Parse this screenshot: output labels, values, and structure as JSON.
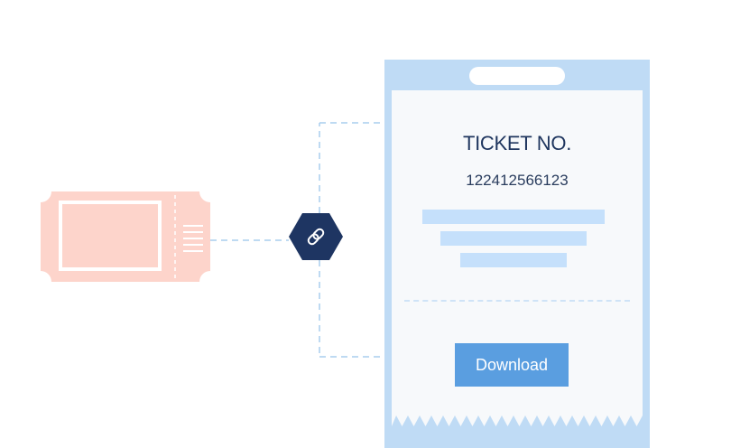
{
  "receipt": {
    "title": "TICKET NO.",
    "ticket_number": "122412566123",
    "download_label": "Download"
  },
  "icons": {
    "ticket": "ticket-icon",
    "link": "link-icon"
  },
  "colors": {
    "ticket": "#fdd4cb",
    "hexagon": "#1e3562",
    "phone_frame": "#bfdbf5",
    "paper": "#f7f9fb",
    "placeholder": "#c5e0fb",
    "button": "#5a9ee0",
    "connector": "#a9cdee"
  }
}
